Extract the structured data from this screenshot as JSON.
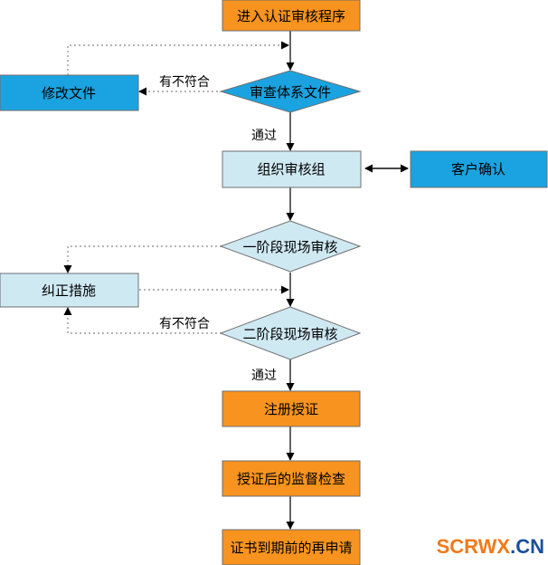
{
  "diagram": {
    "nodes": {
      "start": "进入认证审核程序",
      "review_docs": "审查体系文件",
      "modify_docs": "修改文件",
      "form_team": "组织审核组",
      "client_confirm": "客户确认",
      "stage1": "一阶段现场审核",
      "corrective": "纠正措施",
      "stage2": "二阶段现场审核",
      "register": "注册授证",
      "surveillance": "授证后的监督检查",
      "reapply": "证书到期前的再申请"
    },
    "edge_labels": {
      "review_fail": "有不符合",
      "review_pass": "通过",
      "stage2_fail": "有不符合",
      "stage2_pass": "通过"
    },
    "colors": {
      "orange_fill": "#f7931e",
      "blue_fill": "#1aa3e0",
      "light_blue_fill": "#cfe9f3",
      "border": "#6f6f6f"
    }
  },
  "watermark": {
    "text": "SCRWX",
    "suffix": ".CN"
  }
}
